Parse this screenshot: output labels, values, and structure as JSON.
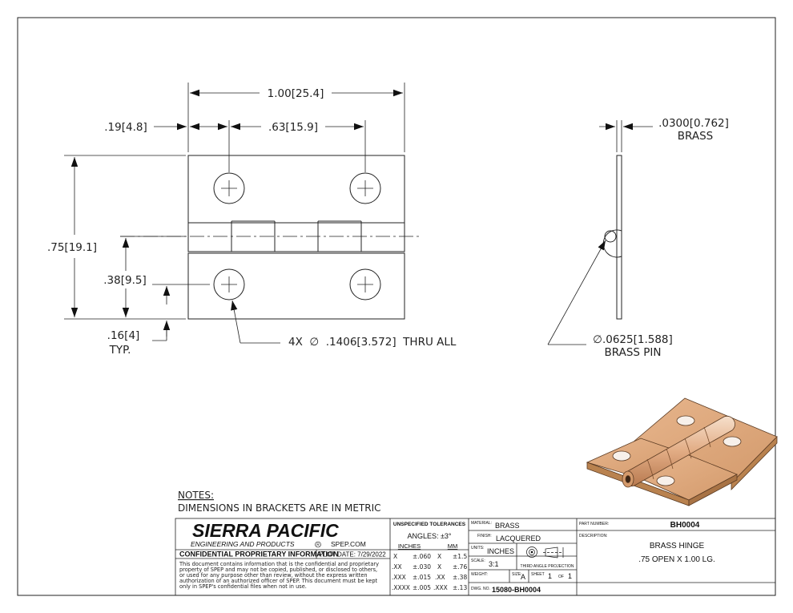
{
  "drawing": {
    "dims": {
      "overall_width": [
        "1.00",
        "25.4"
      ],
      "edge_to_hole": [
        "19",
        "4.8"
      ],
      "hole_spacing": [
        "63",
        "15.9"
      ],
      "overall_height": [
        "75",
        "19.1"
      ],
      "pivot_height": [
        "38",
        "9.5"
      ],
      "hole_from_bottom": [
        "16",
        "4"
      ],
      "typ": "TYP.",
      "hole_callout": "4X  ∅  .1406[3.572]  THRU ALL",
      "thickness": [
        "0300",
        "0.762"
      ],
      "thickness_material": "BRASS",
      "pin": [
        ".0625",
        "1.588"
      ],
      "pin_label": "BRASS PIN"
    },
    "notes_title": "NOTES:",
    "notes_text": "DIMENSIONS IN BRACKETS ARE IN METRIC"
  },
  "title_block": {
    "company": "SIERRA PACIFIC",
    "company_sub": "ENGINEERING AND PRODUCTS",
    "registered": "R",
    "website": "SPEP.COM",
    "confidential": "CONFIDENTIAL PROPRIETARY INFORMATION",
    "plot_date": "PLOT DATE: 7/29/2022",
    "disclaimer": [
      "This document contains information that is the confidential and proprietary",
      "property of SPEP and may not be copied, published, or disclosed to others,",
      "or used for any purpose  other than review, without the express written",
      "authorization of an authorized officer of SPEP. This document must be kept",
      "only in SPEP's confidential files when not in use."
    ],
    "tolerances_title": "UNSPECIFIED TOLERANCES",
    "angles": "ANGLES: ±3°",
    "inches_hdr": "INCHES",
    "mm_hdr": "MM",
    "tol_rows": [
      {
        "p_in": "X",
        "v_in": "±.060",
        "p_mm": "X",
        "v_mm": "±1.5"
      },
      {
        "p_in": ".XX",
        "v_in": "±.030",
        "p_mm": "X",
        "v_mm": "±.76"
      },
      {
        "p_in": ".XXX",
        "v_in": "±.015",
        "p_mm": ".XX",
        "v_mm": "±.38"
      },
      {
        "p_in": ".XXXX",
        "v_in": "±.005",
        "p_mm": ".XXX",
        "v_mm": "±.13"
      }
    ],
    "material_label": "MATERIAL:",
    "material": "BRASS",
    "finish_label": "FINISH:",
    "finish": "LACQUERED",
    "units_label": "UNITS:",
    "units": "INCHES",
    "scale_label": "SCALE:",
    "scale": "3:1",
    "projection": "THIRD ANGLE PROJECTION",
    "weight_label": "WEIGHT:",
    "size_label": "SIZE:",
    "size": "A",
    "sheet_label": "SHEET",
    "sheet": "1",
    "of_label": "OF",
    "sheet_total": "1",
    "dwg_label": "DWG. NO.",
    "dwg_no": "15080-BH0004",
    "part_label": "PART NUMBER:",
    "part_no": "BH0004",
    "desc_label": "DESCRIPTION:",
    "desc1": "BRASS HINGE",
    "desc2": ".75 OPEN X 1.00 LG."
  }
}
